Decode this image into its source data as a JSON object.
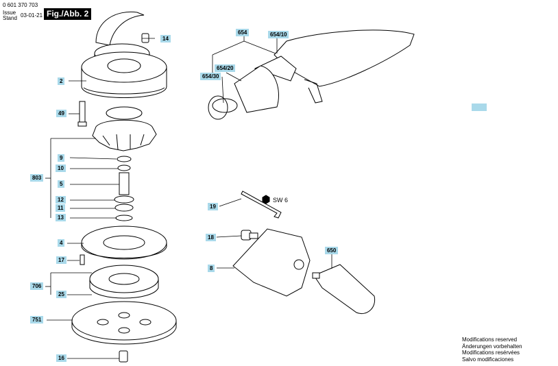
{
  "header": {
    "part_no": "0 601 370 703",
    "issue_label": "Issue",
    "stand_label": "Stand",
    "date": "03-01-21",
    "figure": "Fig./Abb. 2"
  },
  "callouts": {
    "c14": "14",
    "c2": "2",
    "c49": "49",
    "c9": "9",
    "c10": "10",
    "c803": "803",
    "c5": "5",
    "c12": "12",
    "c11": "11",
    "c13": "13",
    "c4": "4",
    "c17": "17",
    "c706": "706",
    "c25": "25",
    "c751": "751",
    "c16": "16",
    "c654": "654",
    "c654_10": "654/10",
    "c654_20": "654/20",
    "c654_30": "654/30",
    "c19": "19",
    "c18": "18",
    "c8": "8",
    "c650": "650"
  },
  "wrench_size": "SW 6",
  "notes": [
    "Modifications reserved",
    "Änderungen vorbehalten",
    "Modifications resérvées",
    "Salvo modificaciones"
  ]
}
